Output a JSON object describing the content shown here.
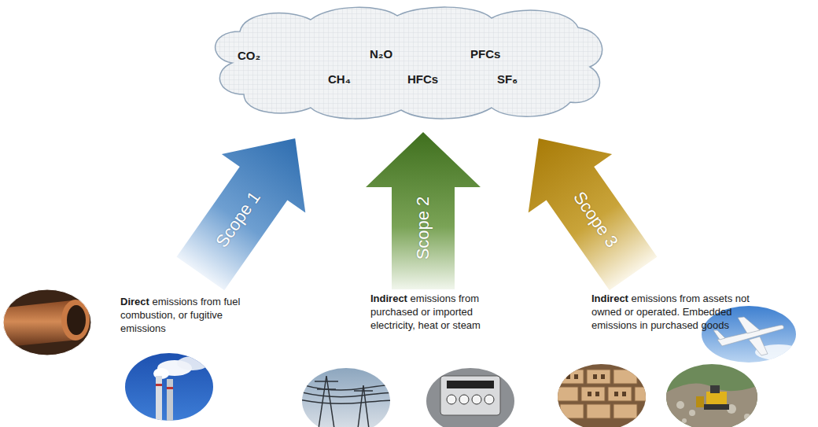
{
  "diagram": {
    "nodes": [
      {
        "text": [
          "CO₂",
          "N₂O",
          "PFCs",
          "CH₄",
          "HFCs",
          "SF₆"
        ]
      },
      {
        "text": [
          "Scope 1"
        ]
      },
      {
        "text": [
          "Scope 2"
        ]
      },
      {
        "text": [
          "Scope 3"
        ]
      }
    ],
    "labels": [
      "Direct emissions from fuel combustion, or fugitive emissions",
      "Indirect emissions from purchased or imported electricity, heat or steam",
      "Indirect emissions from assets not owned or operated. Embedded emissions in purchased goods"
    ]
  }
}
